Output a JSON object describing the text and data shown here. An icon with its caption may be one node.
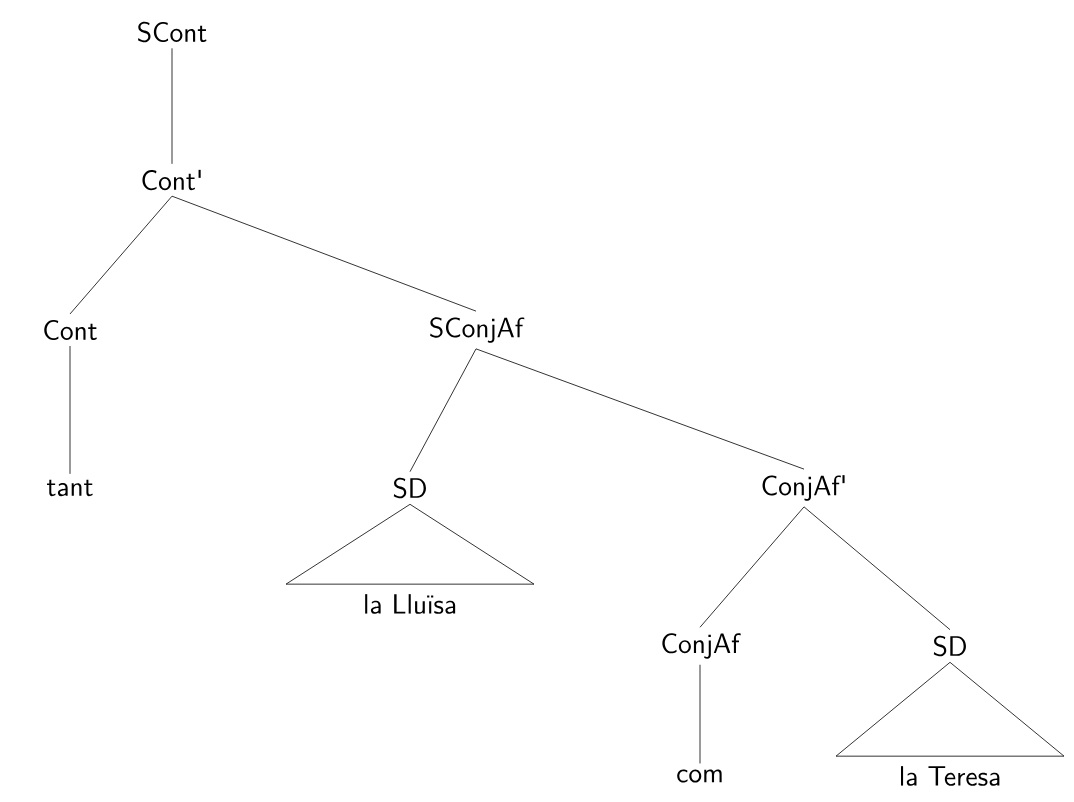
{
  "diagram": {
    "nodes": [
      {
        "text": [
          "SCont"
        ]
      },
      {
        "text": [
          "Cont'"
        ]
      },
      {
        "text": [
          "Cont"
        ]
      },
      {
        "text": [
          "tant"
        ]
      },
      {
        "text": [
          "SConjAf"
        ]
      },
      {
        "text": [
          "SD"
        ]
      },
      {
        "text": [
          "la Lluïsa"
        ]
      },
      {
        "text": [
          "ConjAf'"
        ]
      },
      {
        "text": [
          "ConjAf"
        ]
      },
      {
        "text": [
          "SD"
        ]
      },
      {
        "text": [
          "com"
        ]
      },
      {
        "text": [
          "la Teresa"
        ]
      }
    ],
    "edges": [
      {
        "from": 0,
        "to": 1,
        "arrow": "none"
      },
      {
        "from": 1,
        "to": 2,
        "arrow": "none"
      },
      {
        "from": 1,
        "to": 4,
        "arrow": "none"
      },
      {
        "from": 2,
        "to": 3,
        "arrow": "none"
      },
      {
        "from": 4,
        "to": 5,
        "arrow": "none"
      },
      {
        "from": 4,
        "to": 7,
        "arrow": "none"
      },
      {
        "from": 5,
        "to": 6,
        "arrow": "none"
      },
      {
        "from": 7,
        "to": 8,
        "arrow": "none"
      },
      {
        "from": 7,
        "to": 9,
        "arrow": "none"
      },
      {
        "from": 8,
        "to": 10,
        "arrow": "none"
      },
      {
        "from": 9,
        "to": 11,
        "arrow": "none"
      }
    ]
  }
}
